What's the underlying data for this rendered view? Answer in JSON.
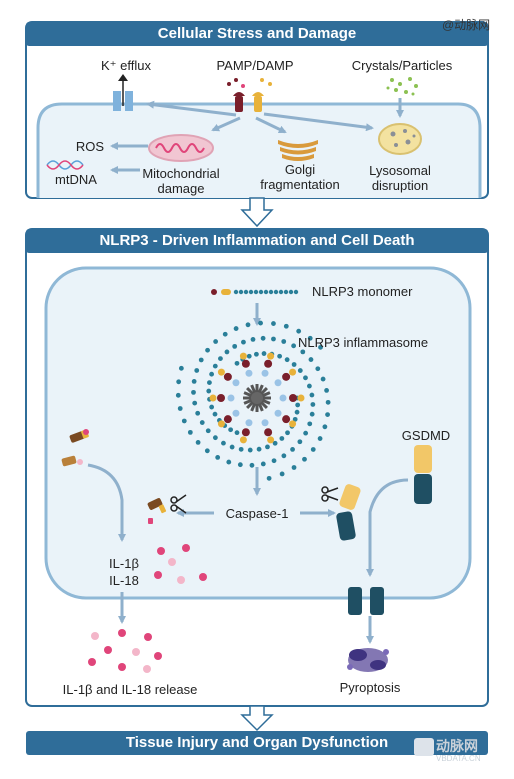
{
  "sections": {
    "stress_title": "Cellular Stress and Damage",
    "nlrp3_title": "NLRP3 - Driven Inflammation and Cell Death",
    "outcome_title": "Tissue Injury and Organ Dysfunction"
  },
  "stress": {
    "k_efflux": "K⁺ efflux",
    "pamp_damp": "PAMP/DAMP",
    "crystals": "Crystals/Particles",
    "ros": "ROS",
    "mtdna": "mtDNA",
    "mito_line1": "Mitochondrial",
    "mito_line2": "damage",
    "golgi_line1": "Golgi",
    "golgi_line2": "fragmentation",
    "lyso_line1": "Lysosomal",
    "lyso_line2": "disruption"
  },
  "pathway": {
    "monomer": "NLRP3 monomer",
    "inflammasome": "NLRP3 inflammasome",
    "gsdmd": "GSDMD",
    "caspase": "Caspase-1",
    "il1b": "IL-1β",
    "il18": "IL-18",
    "release": "IL-1β and IL-18 release",
    "pyroptosis": "Pyroptosis"
  },
  "watermarks": {
    "top": "@动脉网",
    "bottom": "动脉网",
    "bottom_url": "VBDATA.CN"
  },
  "colors": {
    "band": "#2f6d99",
    "cell_fill": "#eaf3f9",
    "cell_border": "#8fb8d6",
    "arrow": "#8fb0cc",
    "maroon": "#7a1f2b",
    "gold": "#e8b23a",
    "pink": "#e0457a",
    "light_pink": "#f3b6c9",
    "teal": "#1f4f63",
    "green": "#8cc152",
    "purple": "#5a4a9a"
  }
}
